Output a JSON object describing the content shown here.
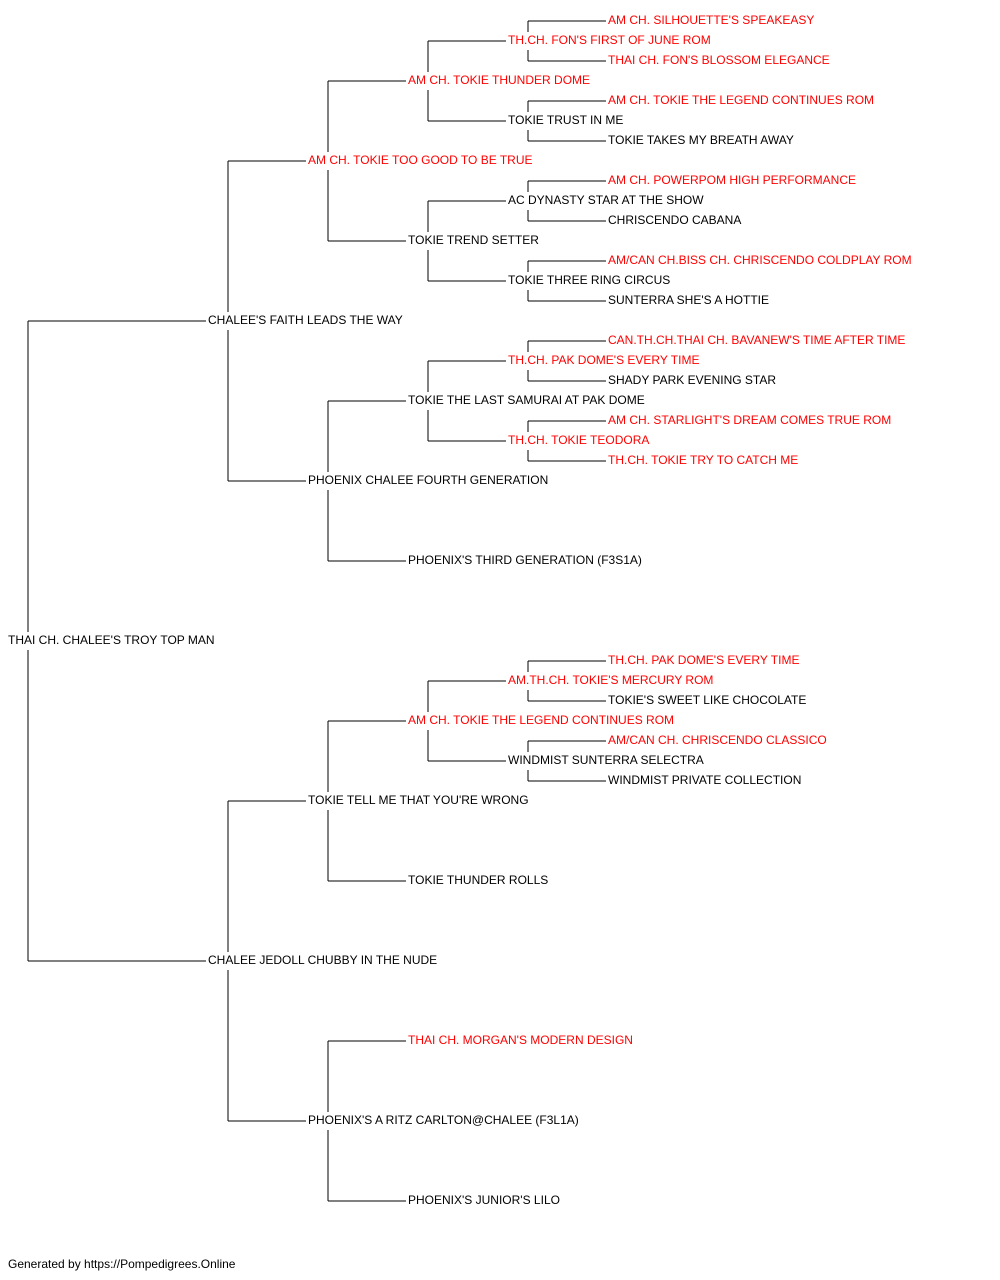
{
  "colors": {
    "champion": "#ff0000",
    "regular": "#000000",
    "line": "#000000"
  },
  "pedigree": {
    "name": "THAI CH. CHALEE'S TROY TOP MAN",
    "champion": false,
    "sire": {
      "name": "CHALEE'S FAITH LEADS THE WAY",
      "champion": false,
      "sire": {
        "name": "AM CH. TOKIE TOO GOOD TO BE TRUE",
        "champion": true,
        "sire": {
          "name": "AM CH. TOKIE THUNDER DOME",
          "champion": true,
          "sire": {
            "name": "TH.CH. FON'S FIRST OF JUNE ROM",
            "champion": true,
            "sire": {
              "name": "AM CH. SILHOUETTE'S SPEAKEASY",
              "champion": true
            },
            "dam": {
              "name": "THAI CH. FON'S BLOSSOM ELEGANCE",
              "champion": true
            }
          },
          "dam": {
            "name": "TOKIE TRUST IN ME",
            "champion": false,
            "sire": {
              "name": "AM CH. TOKIE THE LEGEND CONTINUES ROM",
              "champion": true
            },
            "dam": {
              "name": "TOKIE TAKES MY BREATH AWAY",
              "champion": false
            }
          }
        },
        "dam": {
          "name": "TOKIE TREND SETTER",
          "champion": false,
          "sire": {
            "name": "AC DYNASTY STAR AT THE SHOW",
            "champion": false,
            "sire": {
              "name": "AM CH. POWERPOM HIGH PERFORMANCE",
              "champion": true
            },
            "dam": {
              "name": "CHRISCENDO CABANA",
              "champion": false
            }
          },
          "dam": {
            "name": "TOKIE THREE RING CIRCUS",
            "champion": false,
            "sire": {
              "name": "AM/CAN CH.BISS CH. CHRISCENDO COLDPLAY ROM",
              "champion": true
            },
            "dam": {
              "name": "SUNTERRA SHE'S A HOTTIE",
              "champion": false
            }
          }
        }
      },
      "dam": {
        "name": "PHOENIX CHALEE FOURTH GENERATION",
        "champion": false,
        "sire": {
          "name": "TOKIE THE LAST SAMURAI AT PAK DOME",
          "champion": false,
          "sire": {
            "name": "TH.CH. PAK DOME'S EVERY TIME",
            "champion": true,
            "sire": {
              "name": "CAN.TH.CH.THAI CH. BAVANEW'S TIME AFTER TIME",
              "champion": true
            },
            "dam": {
              "name": "SHADY PARK EVENING STAR",
              "champion": false
            }
          },
          "dam": {
            "name": "TH.CH. TOKIE TEODORA",
            "champion": true,
            "sire": {
              "name": "AM CH. STARLIGHT'S DREAM COMES TRUE ROM",
              "champion": true
            },
            "dam": {
              "name": "TH.CH. TOKIE TRY TO CATCH ME",
              "champion": true
            }
          }
        },
        "dam": {
          "name": "PHOENIX'S THIRD GENERATION (F3S1A)",
          "champion": false
        }
      }
    },
    "dam": {
      "name": "CHALEE JEDOLL CHUBBY IN THE NUDE",
      "champion": false,
      "sire": {
        "name": "TOKIE TELL ME THAT YOU'RE WRONG",
        "champion": false,
        "sire": {
          "name": "AM CH. TOKIE THE LEGEND CONTINUES ROM",
          "champion": true,
          "sire": {
            "name": "AM.TH.CH. TOKIE'S MERCURY ROM",
            "champion": true,
            "sire": {
              "name": "TH.CH. PAK DOME'S EVERY TIME",
              "champion": true
            },
            "dam": {
              "name": "TOKIE'S SWEET LIKE CHOCOLATE",
              "champion": false
            }
          },
          "dam": {
            "name": "WINDMIST SUNTERRA SELECTRA",
            "champion": false,
            "sire": {
              "name": "AM/CAN CH. CHRISCENDO CLASSICO",
              "champion": true
            },
            "dam": {
              "name": "WINDMIST PRIVATE COLLECTION",
              "champion": false
            }
          }
        },
        "dam": {
          "name": "TOKIE THUNDER ROLLS",
          "champion": false
        }
      },
      "dam": {
        "name": "PHOENIX'S A RITZ CARLTON@CHALEE (F3L1A)",
        "champion": false,
        "sire": {
          "name": "THAI CH. MORGAN'S MODERN DESIGN",
          "champion": true
        },
        "dam": {
          "name": "PHOENIX'S JUNIOR'S LILO",
          "champion": false
        }
      }
    }
  },
  "footer": "Generated by https://Pompedigrees.Online"
}
